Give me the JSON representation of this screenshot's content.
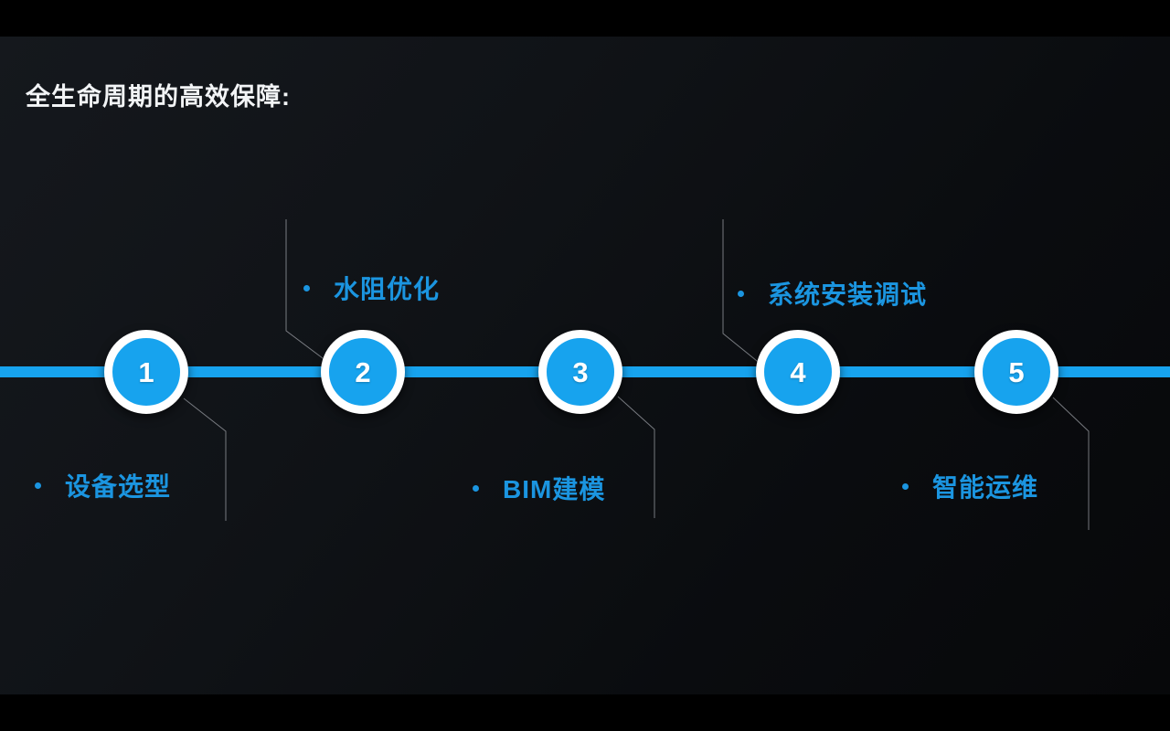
{
  "slide": {
    "title": "全生命周期的高效保障:"
  },
  "colors": {
    "accent": "#17A3EE",
    "label_text": "#1B95E0",
    "connector": "#9BA1A8"
  },
  "timeline": {
    "steps": [
      {
        "number": "1",
        "label": "设备选型",
        "label_position": "below"
      },
      {
        "number": "2",
        "label": "水阻优化",
        "label_position": "above"
      },
      {
        "number": "3",
        "label": "BIM建模",
        "label_position": "below"
      },
      {
        "number": "4",
        "label": "系统安装调试",
        "label_position": "above"
      },
      {
        "number": "5",
        "label": "智能运维",
        "label_position": "below"
      }
    ]
  }
}
